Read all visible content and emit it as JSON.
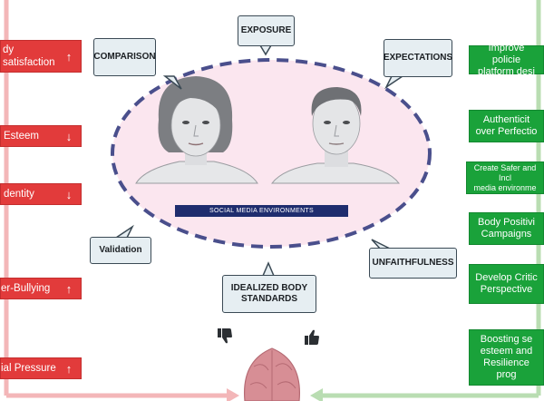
{
  "negative_effects": [
    {
      "label": "dy\nsatisfaction",
      "trend": "↑"
    },
    {
      "label": "Esteem",
      "trend": "↓"
    },
    {
      "label": "dentity",
      "trend": "↓"
    },
    {
      "label": "er-Bullying",
      "trend": "↑"
    },
    {
      "label": "ial Pressure",
      "trend": "↑"
    }
  ],
  "positive_strategies": [
    {
      "label": "Improve policie\nplatform desi"
    },
    {
      "label": "Authenticit\nover Perfectio"
    },
    {
      "label": "Create Safer and Incl\nmedia environme"
    },
    {
      "label": "Body Positivi\nCampaigns"
    },
    {
      "label": "Develop Critic\nPerspective"
    },
    {
      "label": "Boosting se\nesteem and\nResilience  prog"
    }
  ],
  "bubbles": {
    "comparison": "COMPARISON",
    "exposure": "EXPOSURE",
    "expectations": "EXPECTATIONS",
    "validation": "Validation",
    "unfaithfulness": "UNFAITHFULNESS",
    "idealized": "IDEALIZED BODY\nSTANDARDS"
  },
  "banner": "SOCIAL MEDIA ENVIRONMENTS",
  "colors": {
    "negative": "#e23b3b",
    "positive": "#1aa23a",
    "ellipse_fill": "#fbe6ef",
    "ellipse_stroke": "#4a4f8c",
    "banner": "#1f2d6e"
  },
  "icons": [
    "thumbs-down-icon",
    "thumbs-up-icon",
    "brain-icon",
    "woman-face",
    "man-face"
  ]
}
